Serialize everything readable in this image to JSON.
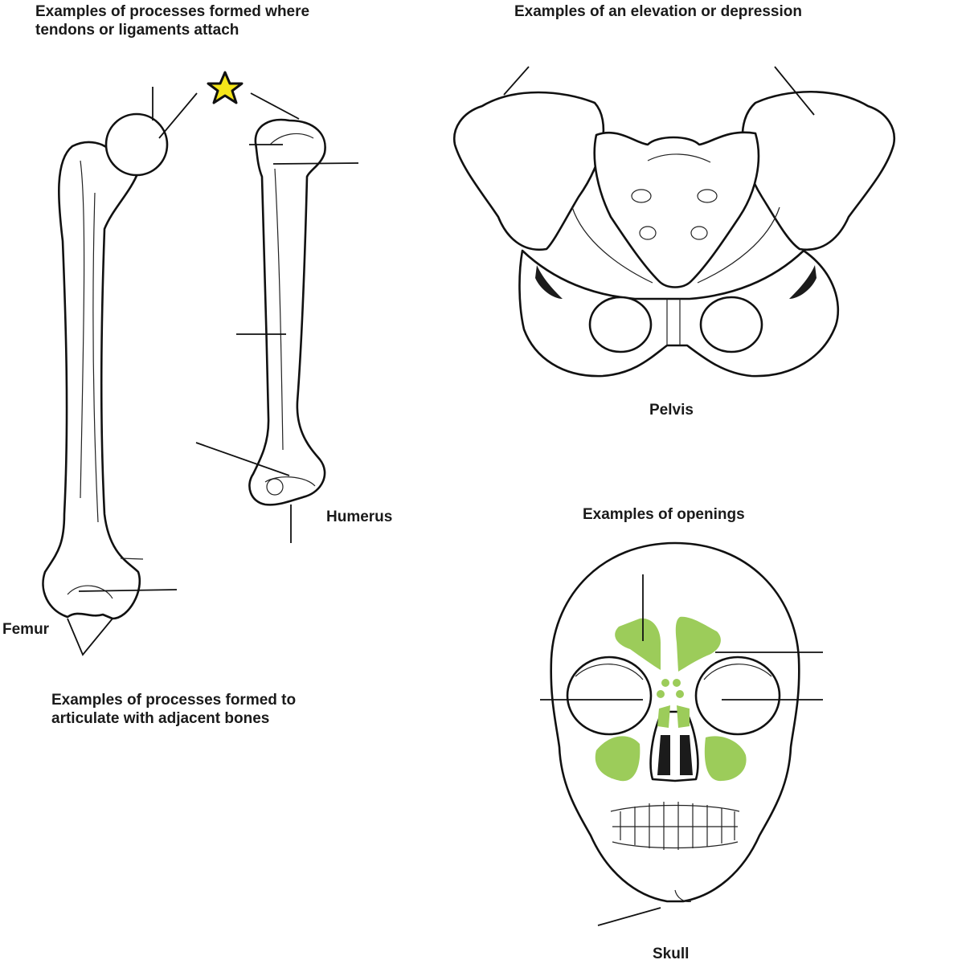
{
  "headings": {
    "tendons": "Examples of processes formed where\ntendons or ligaments attach",
    "elevation": "Examples of an elevation or depression",
    "openings": "Examples of openings",
    "articulate": "Examples of processes formed to\narticulate with adjacent bones"
  },
  "bones": {
    "femur": "Femur",
    "humerus": "Humerus",
    "pelvis": "Pelvis",
    "skull": "Skull"
  },
  "colors": {
    "sinus": "#9ccc5a",
    "star_fill": "#f5e61a",
    "outline": "#111111"
  },
  "icons": {
    "marker": "star-icon"
  }
}
